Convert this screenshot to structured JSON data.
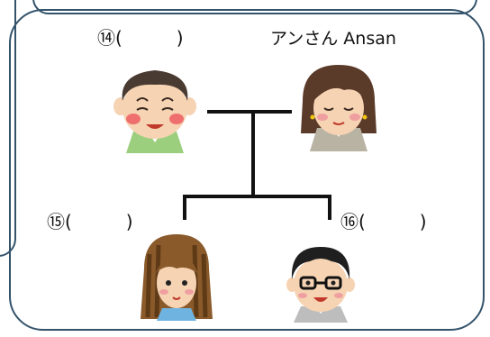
{
  "labels": {
    "member_14": "⑭(　　　)",
    "ansan": "アンさん Ansan",
    "member_15": "⑮(　　　)",
    "member_16": "⑯(　　　)"
  },
  "icons": {
    "grandfather": "grandfather-face-icon",
    "grandmother": "grandmother-face-icon",
    "daughter": "daughter-face-icon",
    "son": "son-with-glasses-face-icon"
  },
  "colors": {
    "border": "#34536b",
    "line": "#111111",
    "skin": "#f6d3b3",
    "blush": "#ef6f6f"
  }
}
